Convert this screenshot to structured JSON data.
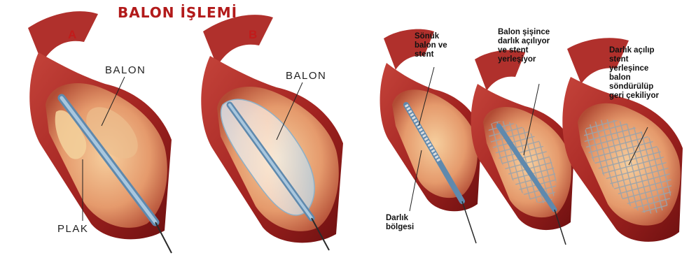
{
  "title": "BALON İŞLEMİ",
  "panel_letters": {
    "a": "A",
    "b": "B"
  },
  "labels": {
    "balon_a": "BALON",
    "balon_b": "BALON",
    "plak": "PLAK"
  },
  "notes": {
    "deflated": "Sönük\nbalon ve\nstent",
    "inflating": "Balon şişince\ndarlık açılıyor\nve stent\nyerleşiyor",
    "retracted": "Darlık açılıp\nstent\nyerleşince\nbalon\nsöndürülüp\ngeri çekiliyor",
    "stenosis": "Darlık\nbölgesi"
  },
  "colors": {
    "vessel_dark": "#8e1b1b",
    "vessel_mid": "#b8312c",
    "vessel_inner": "#e8a27a",
    "plaque": "#f3cf9a",
    "title_red": "#b21a1a",
    "catheter": "#7fa8c9"
  }
}
